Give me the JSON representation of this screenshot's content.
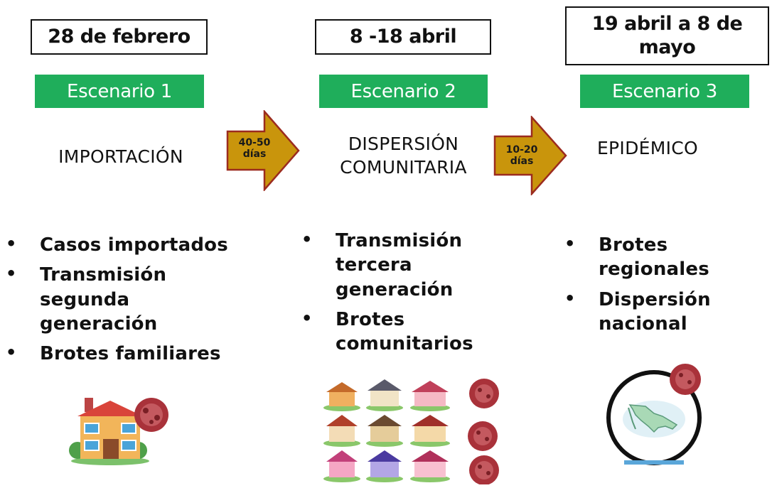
{
  "stages": [
    {
      "date": "28 de febrero",
      "scenario": "Escenario 1",
      "phase": "IMPORTACIÓN",
      "bullets": [
        "Casos importados",
        "Transmisión segunda generación",
        "Brotes familiares"
      ],
      "illustration": "house-with-virus-icon"
    },
    {
      "date": "8 -18 abril",
      "scenario": "Escenario 2",
      "phase": "DISPERSIÓN COMUNITARIA",
      "bullets": [
        "Transmisión tercera generación",
        "Brotes comunitarios"
      ],
      "illustration": "houses-grid-with-viruses-icon"
    },
    {
      "date": "19 abril a 8 de mayo",
      "scenario": "Escenario 3",
      "phase": "EPIDÉMICO",
      "bullets": [
        "Brotes regionales",
        "Dispersión nacional"
      ],
      "illustration": "mexico-map-with-virus-icon"
    }
  ],
  "arrows": [
    {
      "label": "40-50 días"
    },
    {
      "label": "10-20 días"
    }
  ],
  "colors": {
    "scenario_bg": "#1fae5b",
    "arrow_fill": "#c9950c",
    "arrow_stroke": "#9b2b1f",
    "virus": "#a9323a"
  }
}
